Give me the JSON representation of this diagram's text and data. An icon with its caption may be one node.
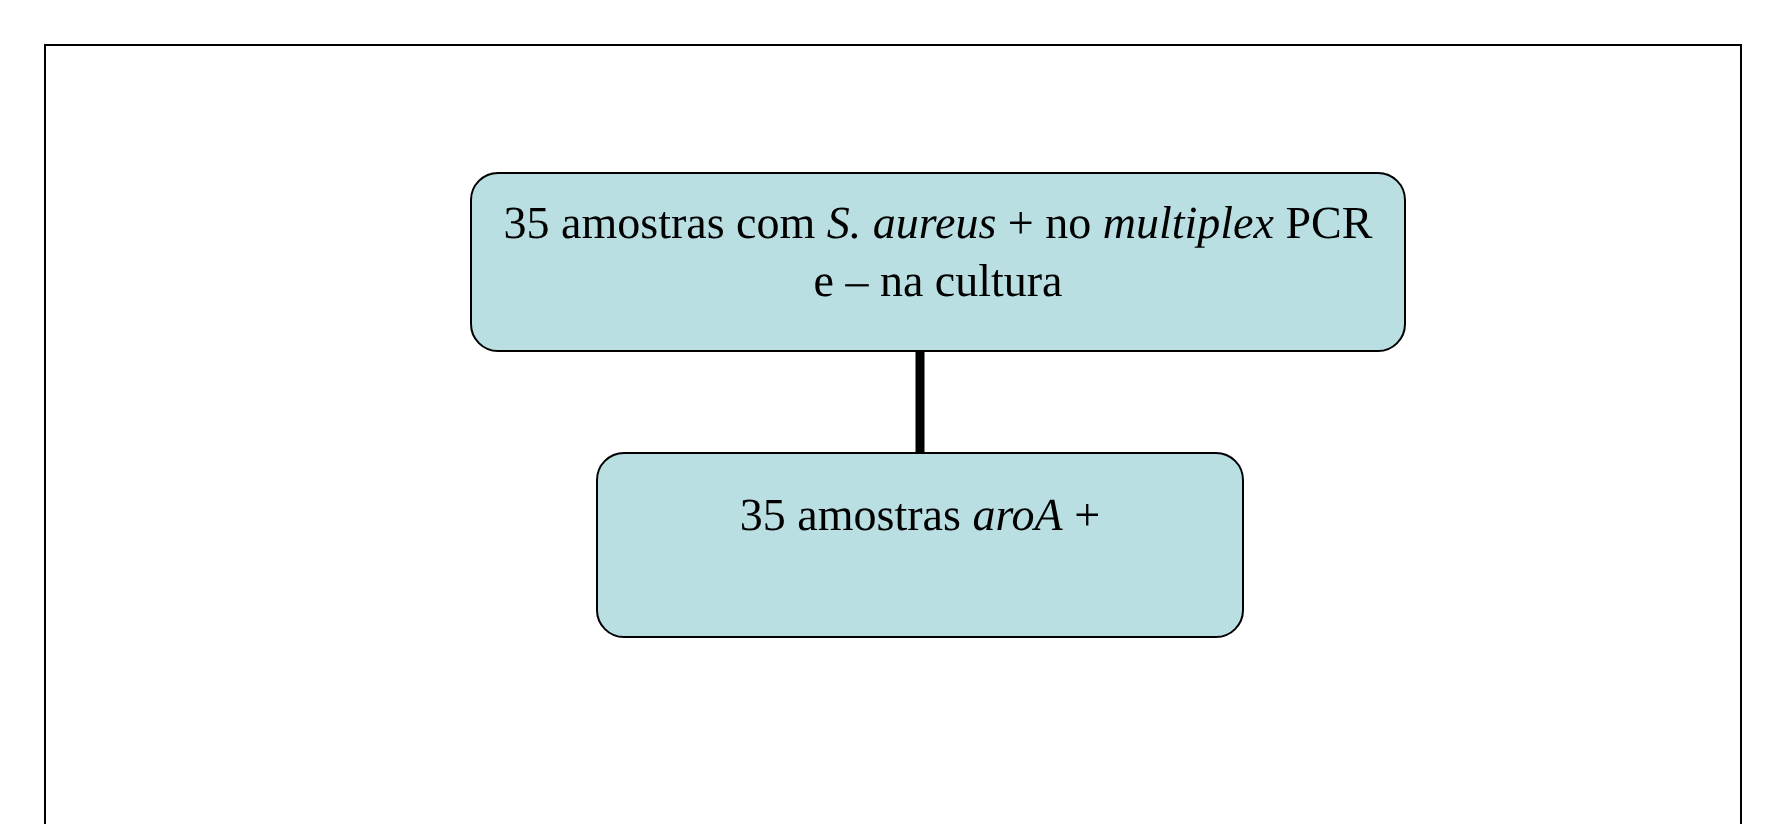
{
  "diagram": {
    "nodes": [
      {
        "text": [
          "35 amostras com *S. aureus* + no *multiplex* PCR e – na cultura"
        ]
      },
      {
        "text": [
          "35 amostras *aroA* +"
        ]
      }
    ],
    "edges": [
      {
        "from": 0,
        "to": 1,
        "arrow": "none"
      }
    ]
  }
}
